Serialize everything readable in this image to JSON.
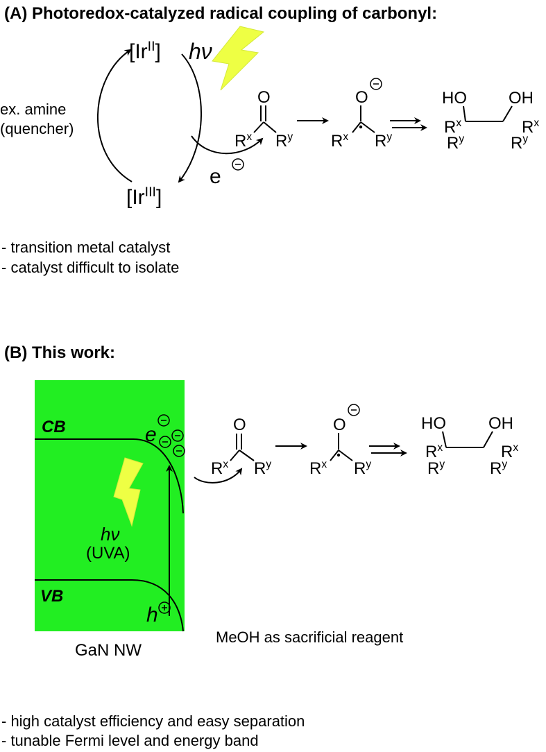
{
  "section_a": {
    "heading": "(A) Photoredox-catalyzed radical coupling of carbonyl:",
    "ir_top": "[Ir",
    "ir_top_sup": "II",
    "ir_top_close": "]",
    "ir_bottom": "[Ir",
    "ir_bottom_sup": "III",
    "ir_bottom_close": "]",
    "hv": "hν",
    "quencher_line1": "ex. amine",
    "quencher_line2": "(quencher)",
    "electron": "e",
    "notes": [
      "- transition metal catalyst",
      "- catalyst difficult to isolate"
    ]
  },
  "section_b": {
    "heading": "(B) This work:",
    "cb": "CB",
    "vb": "VB",
    "electron": "e",
    "hole": "h",
    "hv": "hν",
    "uva": "(UVA)",
    "material": "GaN NW",
    "sacrificial": "MeOH as sacrificial reagent",
    "notes": [
      "- high catalyst efficiency and easy separation",
      "- tunable Fermi level and energy band"
    ]
  },
  "chem": {
    "o": "O",
    "rx": "R",
    "rx_sup": "x",
    "ry": "R",
    "ry_sup": "y",
    "ho": "HO",
    "oh": "OH",
    "minus": "−",
    "plus": "+"
  },
  "colors": {
    "gan_green": "#22ee22",
    "bolt_yellow": "#eeff44",
    "ink": "#000000"
  }
}
